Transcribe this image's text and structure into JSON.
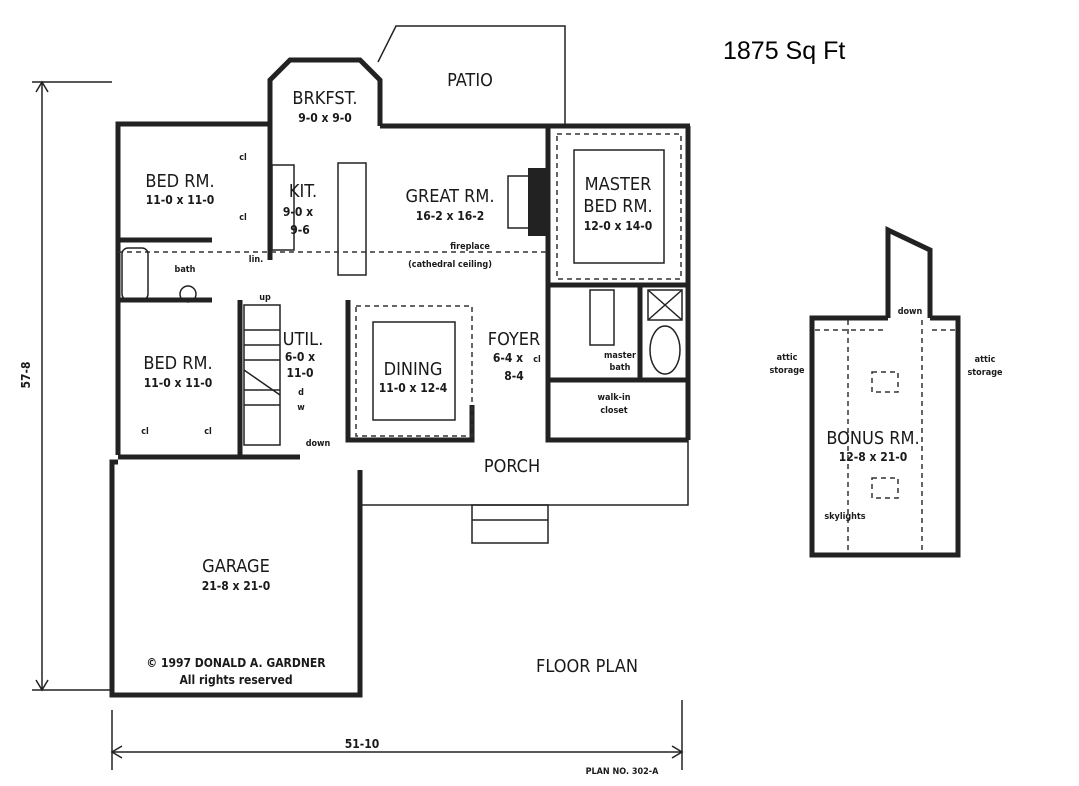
{
  "header": {
    "area": "1875 Sq Ft"
  },
  "dimensions": {
    "depth": "57-8",
    "width": "51-10",
    "plan_no": "PLAN NO. 302-A"
  },
  "rooms": {
    "patio": "PATIO",
    "brkfst": {
      "name": "BRKFST.",
      "size": "9-0 x 9-0"
    },
    "bed1": {
      "name": "BED RM.",
      "size": "11-0 x 11-0"
    },
    "bed2": {
      "name": "BED RM.",
      "size": "11-0 x 11-0"
    },
    "kit": {
      "name": "KIT.",
      "size1": "9-0 x",
      "size2": "9-6"
    },
    "great": {
      "name": "GREAT RM.",
      "size": "16-2 x 16-2",
      "note1": "fireplace",
      "note2": "(cathedral ceiling)"
    },
    "master": {
      "name1": "MASTER",
      "name2": "BED RM.",
      "size": "12-0 x 14-0"
    },
    "bath": "bath",
    "lin": "lin.",
    "util": {
      "name": "UTIL.",
      "size1": "6-0 x",
      "size2": "11-0",
      "d": "d",
      "w": "w"
    },
    "dining": {
      "name": "DINING",
      "size": "11-0 x 12-4"
    },
    "foyer": {
      "name": "FOYER",
      "size1": "6-4 x",
      "cl": "cl",
      "size2": "8-4"
    },
    "master_bath": {
      "l1": "master",
      "l2": "bath"
    },
    "walkin": {
      "l1": "walk-in",
      "l2": "closet"
    },
    "porch": "PORCH",
    "garage": {
      "name": "GARAGE",
      "size": "21-8 x 21-0"
    },
    "closets": [
      "cl",
      "cl",
      "cl",
      "cl"
    ],
    "stairs": {
      "up": "up",
      "down": "down"
    }
  },
  "bonus": {
    "name": "BONUS RM.",
    "size": "12-8 x 21-0",
    "attic_left": [
      "attic",
      "storage"
    ],
    "attic_right": [
      "attic",
      "storage"
    ],
    "skylights": "skylights",
    "down": "down"
  },
  "footer": {
    "copyright": "© 1997 DONALD A. GARDNER",
    "rights": "All rights reserved",
    "title": "FLOOR PLAN"
  }
}
